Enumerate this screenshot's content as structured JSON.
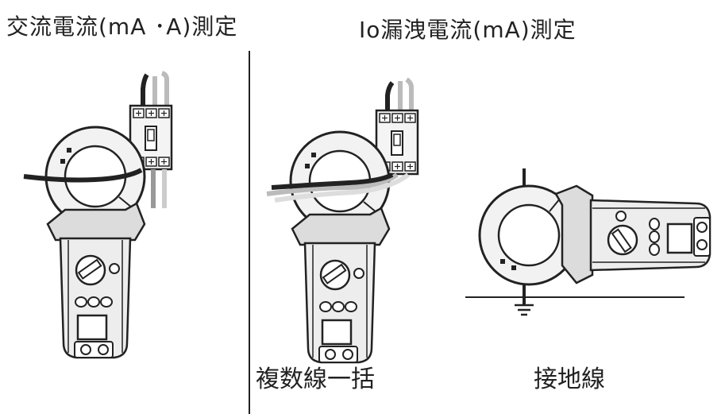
{
  "titles": {
    "left": "交流電流(mA ･A)測定",
    "right": "Io漏洩電流(mA)測定"
  },
  "captions": {
    "multi": "複数線一括",
    "ground": "接地線"
  },
  "colors": {
    "ink": "#222222",
    "meter_body": "#ededed",
    "meter_dark": "#3a3a3a",
    "wire_black": "#222222",
    "wire_gray": "#bfbfbf",
    "wire_light": "#d9d9d9"
  }
}
